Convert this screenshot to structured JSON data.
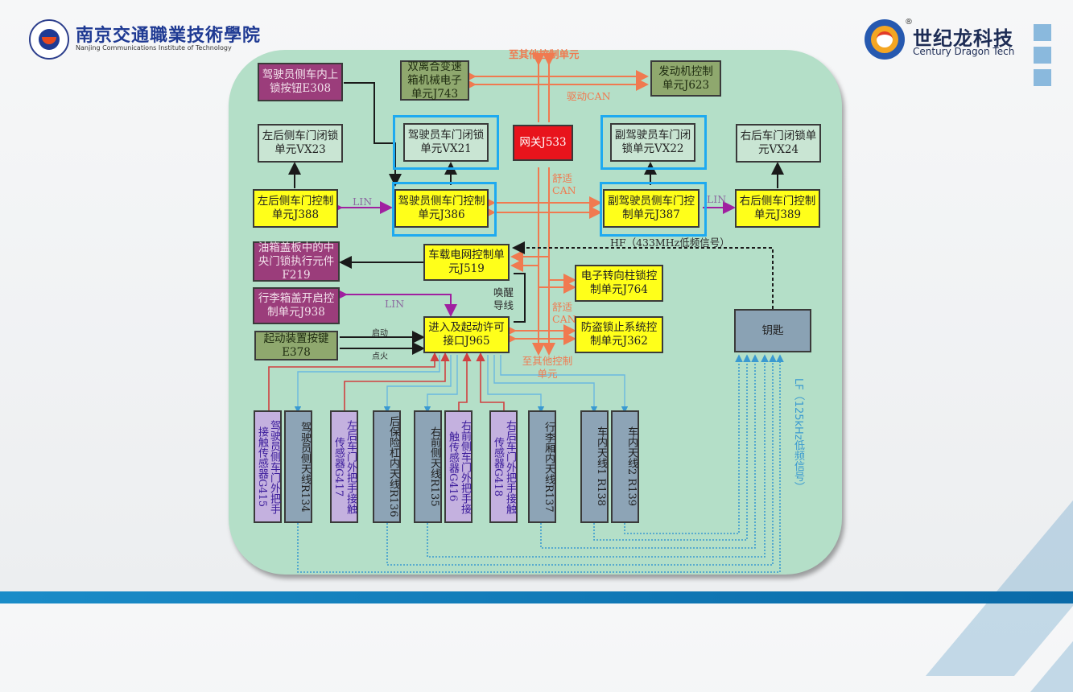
{
  "header": {
    "school_name_cn": "南京交通職業技術學院",
    "school_name_en": "Nanjing Communications Institute of Technology",
    "brand_name_cn": "世纪龙科技",
    "brand_name_en": "Century Dragon Tech",
    "brand_registered": "®"
  },
  "colors": {
    "panel_bg": "#b4dfc8",
    "can_line": "#f07a50",
    "lin_line": "#a020a0",
    "highlight_border": "#1eaaf0",
    "lf_line": "#3a9ad0",
    "yellow_block": "#ffff1a",
    "gateway_block": "#e8141c",
    "purple_block": "#9b3d7b"
  },
  "diagram": {
    "blocks": {
      "e308": "驾驶员侧车内上锁按钮E308",
      "j743": "双离合变速箱机械电子单元J743",
      "j623": "发动机控制单元J623",
      "vx23": "左后侧车门闭锁单元VX23",
      "vx21": "驾驶员车门闭锁单元VX21",
      "j533": "网关J533",
      "vx22": "副驾驶员车门闭锁单元VX22",
      "vx24": "右后车门闭锁单元VX24",
      "j388": "左后侧车门控制单元J388",
      "j386": "驾驶员侧车门控制单元J386",
      "j387": "副驾驶员侧车门控制单元J387",
      "j389": "右后侧车门控制单元J389",
      "f219": "油箱盖板中的中央门锁执行元件 F219",
      "j519": "车载电网控制单元J519",
      "j764": "电子转向柱锁控制单元J764",
      "j938": "行李箱盖开启控制单元J938",
      "e378": "起动装置按键E378",
      "j965": "进入及起动许可接口J965",
      "j362": "防盗锁止系统控制单元J362",
      "key": "钥匙"
    },
    "sensors": [
      {
        "id": "g415",
        "label": "驾驶员侧车门外把手接触传感器G415",
        "kind": "sensor"
      },
      {
        "id": "r134",
        "label": "驾驶员侧天线R134",
        "kind": "antenna"
      },
      {
        "id": "g417",
        "label": "左后车门外把手接触传感器G417",
        "kind": "sensor"
      },
      {
        "id": "r136",
        "label": "后保险杠内天线R136",
        "kind": "antenna"
      },
      {
        "id": "r135",
        "label": "右前侧天线R135",
        "kind": "antenna"
      },
      {
        "id": "g416",
        "label": "右前侧车门外把手接触传感器G416",
        "kind": "sensor"
      },
      {
        "id": "g418",
        "label": "右后车门外把手接触传感器G418",
        "kind": "sensor"
      },
      {
        "id": "r137",
        "label": "行李厢内天线R137",
        "kind": "antenna"
      },
      {
        "id": "r138",
        "label": "车内天线1 R138",
        "kind": "antenna"
      },
      {
        "id": "r139",
        "label": "车内天线2 R139",
        "kind": "antenna"
      }
    ],
    "labels": {
      "to_other_top": "至其他控制单元",
      "drive_can": "驱动CAN",
      "comfort_can_1": "舒适CAN",
      "comfort_can_2": "舒适CAN",
      "lin_left": "LIN",
      "lin_right": "LIN",
      "lin_trunk": "LIN",
      "hf": "HF（433MHz低频信号）",
      "wakeup": "唤醒导线",
      "start": "启动",
      "ignition": "点火",
      "to_other_bottom": "至其他控制单元",
      "lf": "LF（125kHz低频信号）"
    }
  }
}
